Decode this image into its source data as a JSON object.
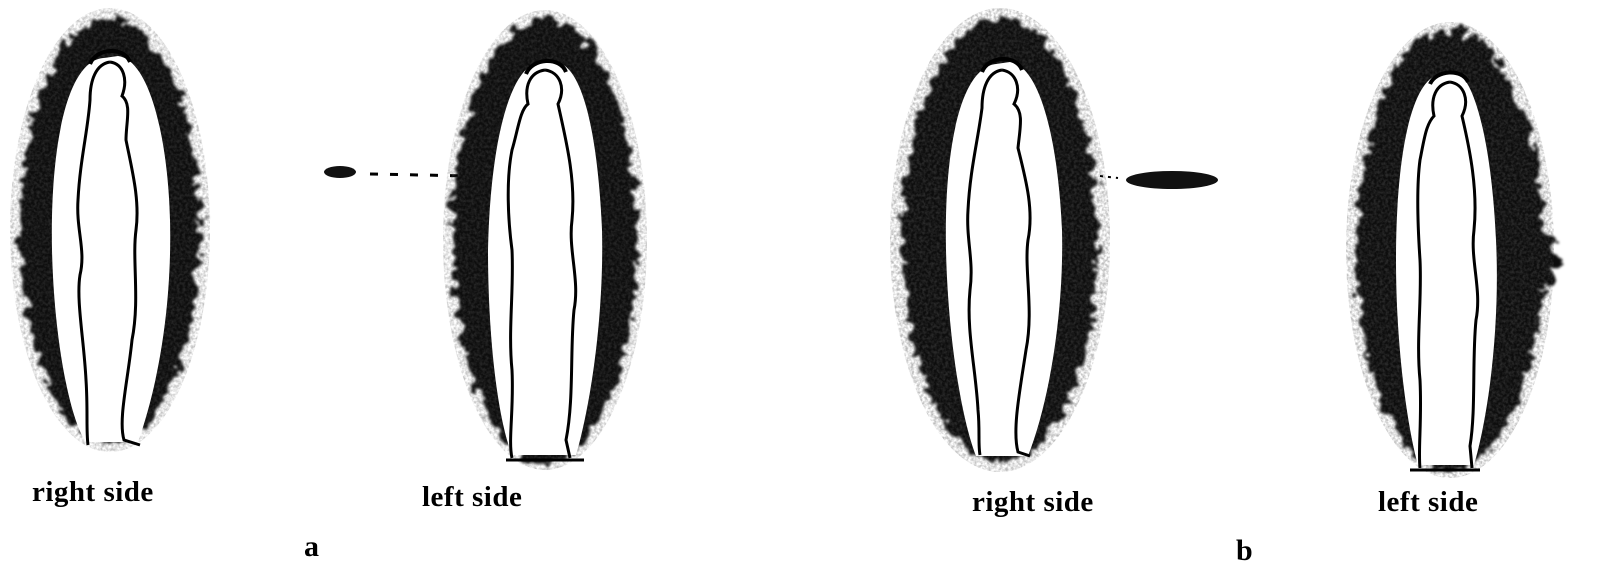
{
  "panels": [
    {
      "letter": "a",
      "figures": [
        {
          "label": "right side",
          "facing": "right"
        },
        {
          "label": "left side",
          "facing": "left"
        }
      ],
      "emission": "dotted"
    },
    {
      "letter": "b",
      "figures": [
        {
          "label": "right side",
          "facing": "right"
        },
        {
          "label": "left side",
          "facing": "left"
        }
      ],
      "emission": "solid"
    }
  ],
  "colors": {
    "ink": "#000000",
    "paper": "#ffffff",
    "halo": "#111111"
  }
}
